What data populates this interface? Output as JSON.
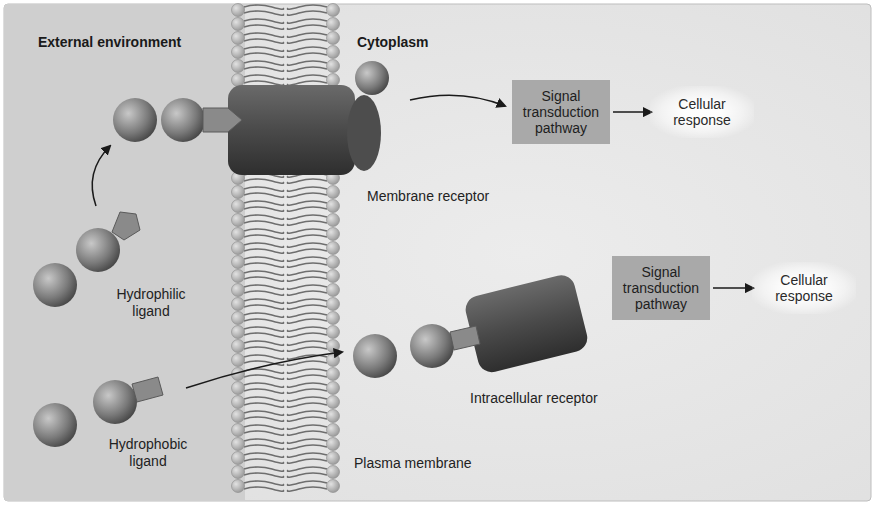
{
  "diagram": {
    "nodes": [
      {
        "text": [
          "Signal transduction pathway"
        ]
      },
      {
        "text": [
          "Cellular response"
        ]
      },
      {
        "text": [
          "Signal transduction pathway"
        ]
      },
      {
        "text": [
          "Cellular response"
        ]
      }
    ],
    "edges": [
      {
        "from": 0,
        "to": 1,
        "arrow": "to"
      },
      {
        "from": 2,
        "to": 3,
        "arrow": "to"
      }
    ],
    "labels": [
      "External environment",
      "Cytoplasm",
      "Membrane receptor",
      "Hydrophilic ligand",
      "Hydrophobic ligand",
      "Intracellular receptor",
      "Plasma membrane"
    ]
  }
}
